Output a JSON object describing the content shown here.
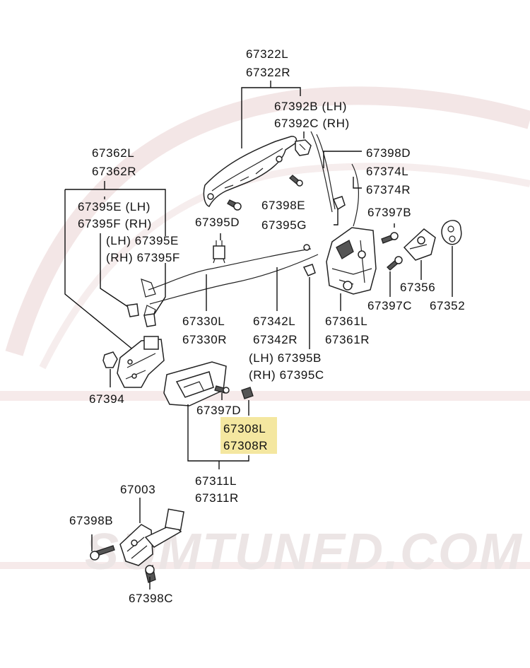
{
  "watermark": "SUMTUNED.COM",
  "highlight_color": "#f4e7a0",
  "labels": {
    "p67322L": "67322L",
    "p67322R": "67322R",
    "p67392B": "67392B (LH)",
    "p67392C": "67392C (RH)",
    "p67398D": "67398D",
    "p67374L": "67374L",
    "p67374R": "67374R",
    "p67362L": "67362L",
    "p67362R": "67362R",
    "p67395E_LH": "67395E (LH)",
    "p67395F_RH": "67395F (RH)",
    "lh_67395E": "(LH) 67395E",
    "rh_67395F": "(RH) 67395F",
    "p67398E": "67398E",
    "p67395D": "67395D",
    "p67395G": "67395G",
    "p67397B": "67397B",
    "p67356": "67356",
    "p67397C": "67397C",
    "p67352": "67352",
    "p67330L": "67330L",
    "p67330R": "67330R",
    "p67342L": "67342L",
    "p67342R": "67342R",
    "p67361L": "67361L",
    "p67361R": "67361R",
    "lh_67395B": "(LH) 67395B",
    "rh_67395C": "(RH) 67395C",
    "p67394": "67394",
    "p67397D": "67397D",
    "p67308L": "67308L",
    "p67308R": "67308R",
    "p67311L": "67311L",
    "p67311R": "67311R",
    "p67003": "67003",
    "p67398B": "67398B",
    "p67398C": "67398C"
  }
}
